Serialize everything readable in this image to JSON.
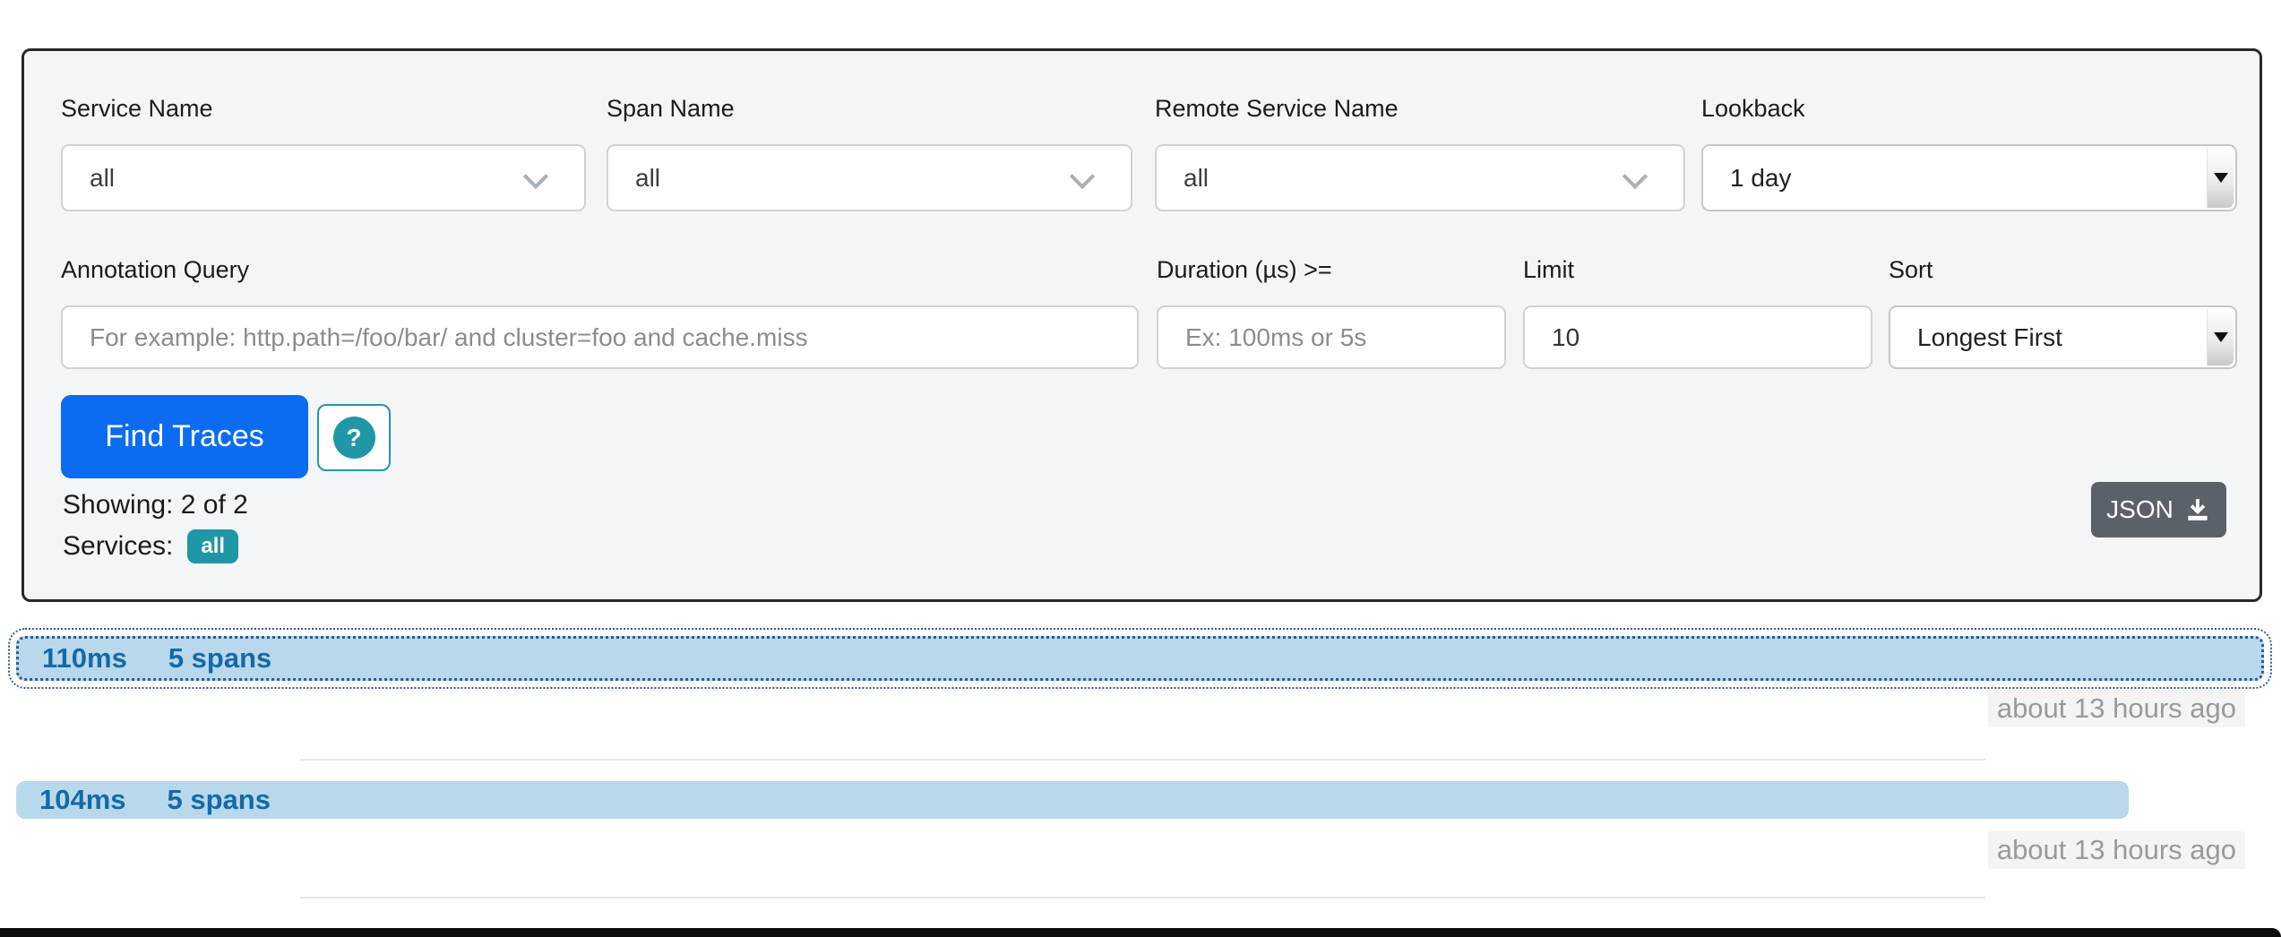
{
  "search_form": {
    "fields": {
      "service_name": {
        "label": "Service Name",
        "value": "all"
      },
      "span_name": {
        "label": "Span Name",
        "value": "all"
      },
      "remote_service_name": {
        "label": "Remote Service Name",
        "value": "all"
      },
      "lookback": {
        "label": "Lookback",
        "value": "1 day"
      },
      "annotation_query": {
        "label": "Annotation Query",
        "value": "",
        "placeholder": "For example: http.path=/foo/bar/ and cluster=foo and cache.miss"
      },
      "duration": {
        "label": "Duration (µs) >=",
        "value": "",
        "placeholder": "Ex: 100ms or 5s"
      },
      "limit": {
        "label": "Limit",
        "value": "10"
      },
      "sort": {
        "label": "Sort",
        "value": "Longest First"
      }
    },
    "find_traces_label": "Find Traces",
    "help_label": "?",
    "showing_text": "Showing: 2 of 2",
    "services_label": "Services:",
    "services_badge": "all",
    "json_button_label": "JSON"
  },
  "traces": [
    {
      "duration": "110ms",
      "span_count": "5 spans",
      "time_ago": "about 13 hours ago",
      "width_pct": 100,
      "selected": true
    },
    {
      "duration": "104ms",
      "span_count": "5 spans",
      "time_ago": "about 13 hours ago",
      "width_pct": 94,
      "selected": false
    }
  ],
  "icons": {
    "dropdown_chevron": "chevron-down-icon",
    "native_select_arrow": "caret-down-icon",
    "help": "question-icon",
    "download": "download-icon"
  },
  "colors": {
    "panel_background": "#f4f5f7",
    "panel_border": "#26282b",
    "primary_button": "#0b6cf2",
    "teal_accent": "#2097a6",
    "json_button": "#5b6168",
    "trace_bar_fill": "#b8d8ec",
    "trace_bar_text": "#1569a7",
    "trace_bar_dotted_border": "#2c5c8f",
    "timestamp_text": "#9a9a9a",
    "separator": "#e9e9e9",
    "bottom_strip": "#0c0c0c"
  }
}
